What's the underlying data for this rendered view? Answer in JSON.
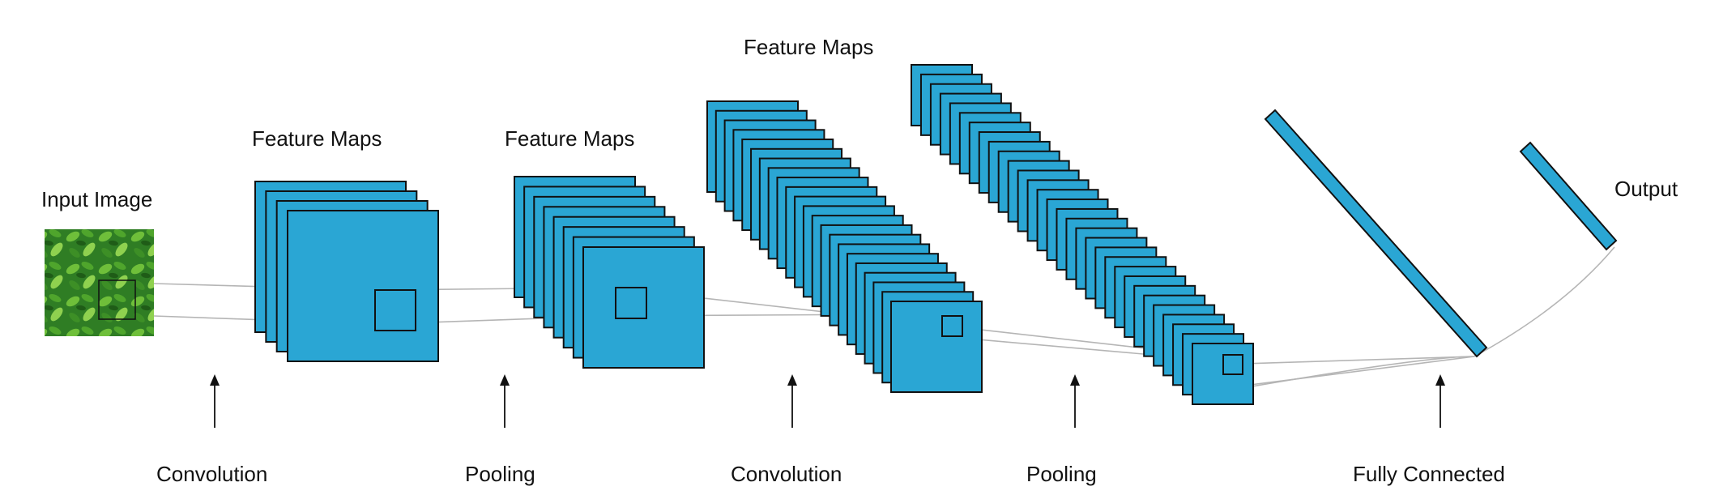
{
  "colors": {
    "fill": "#2aa6d4",
    "stroke": "#111111",
    "connector": "#b5b5b5",
    "arrow": "#111111",
    "image_base": "#2f7d24"
  },
  "labels": {
    "input_image": "Input Image",
    "feature_maps_1": "Feature Maps",
    "feature_maps_2": "Feature Maps",
    "feature_maps_3": "Feature Maps",
    "output": "Output"
  },
  "steps": {
    "conv1": "Convolution",
    "pool1": "Pooling",
    "conv2": "Convolution",
    "pool2": "Pooling",
    "fc": "Fully Connected"
  },
  "icons": [
    "leaf-image",
    "up-arrow-icon"
  ]
}
